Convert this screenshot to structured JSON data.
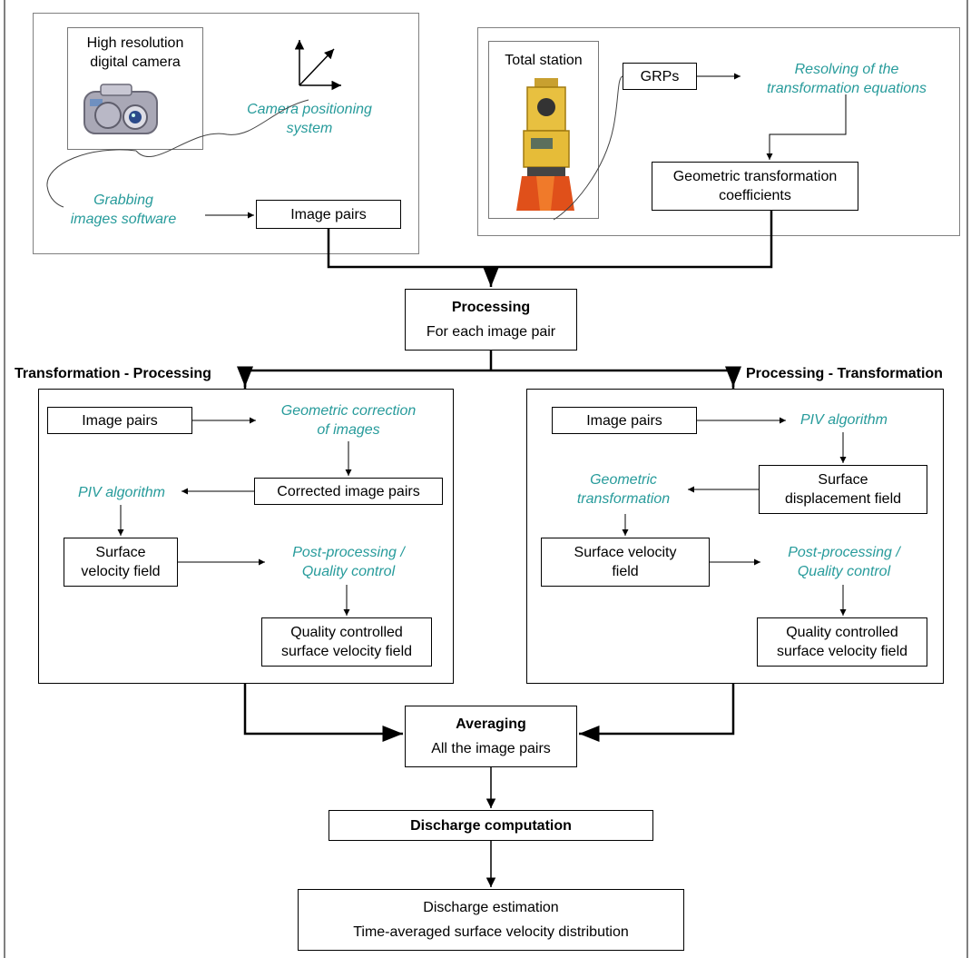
{
  "camera_panel": {
    "camera_label_line1": "High resolution",
    "camera_label_line2": "digital camera",
    "positioning_line1": "Camera positioning",
    "positioning_line2": "system",
    "grabbing_line1": "Grabbing",
    "grabbing_line2": "images software",
    "image_pairs": "Image pairs"
  },
  "station_panel": {
    "total_station": "Total station",
    "grps": "GRPs",
    "resolving_line1": "Resolving of the",
    "resolving_line2": "transformation equations",
    "coefficients_line1": "Geometric transformation",
    "coefficients_line2": "coefficients"
  },
  "processing": {
    "title": "Processing",
    "subtitle": "For each image pair"
  },
  "left_branch": {
    "title": "Transformation - Processing",
    "image_pairs": "Image pairs",
    "geo_correction_line1": "Geometric correction",
    "geo_correction_line2": "of images",
    "corrected": "Corrected image pairs",
    "piv": "PIV algorithm",
    "velocity_line1": "Surface",
    "velocity_line2": "velocity field",
    "post_line1": "Post-processing /",
    "post_line2": "Quality control",
    "qc_line1": "Quality controlled",
    "qc_line2": "surface velocity field"
  },
  "right_branch": {
    "title": "Processing - Transformation",
    "image_pairs": "Image pairs",
    "piv": "PIV algorithm",
    "displacement_line1": "Surface",
    "displacement_line2": "displacement field",
    "geo_transform_line1": "Geometric",
    "geo_transform_line2": "transformation",
    "velocity_line1": "Surface velocity",
    "velocity_line2": "field",
    "post_line1": "Post-processing /",
    "post_line2": "Quality control",
    "qc_line1": "Quality controlled",
    "qc_line2": "surface velocity field"
  },
  "averaging": {
    "title": "Averaging",
    "subtitle": "All the image pairs"
  },
  "discharge": {
    "title": "Discharge computation",
    "estimation": "Discharge estimation",
    "distribution": "Time-averaged surface velocity distribution"
  },
  "icons": [
    "camera-icon",
    "axes-icon",
    "total-station-icon"
  ],
  "colors": {
    "teal": "#279b9b"
  }
}
